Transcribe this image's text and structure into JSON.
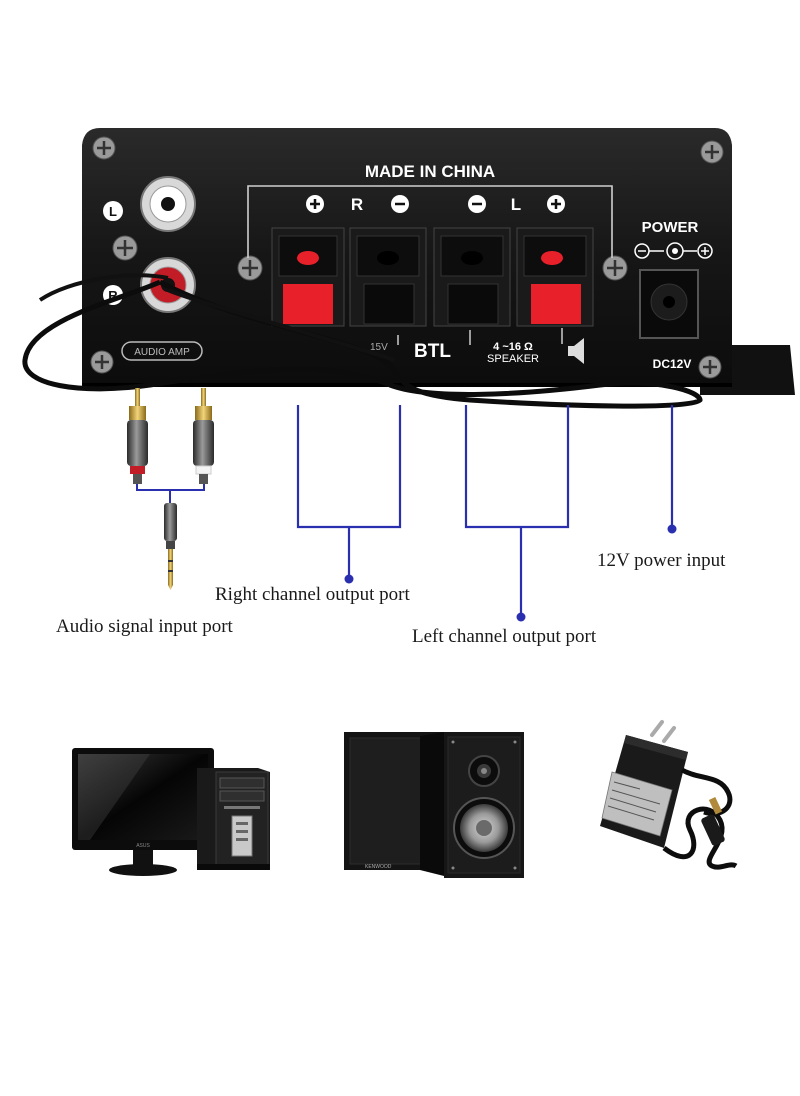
{
  "panel": {
    "made_in": "MADE IN CHINA",
    "l_label": "L",
    "r_label": "R",
    "terminal_right": "R",
    "terminal_left": "L",
    "power_label": "POWER",
    "btl_label": "BTL",
    "impedance": "4 ~16 Ω",
    "speaker_label": "SPEAKER",
    "dc_label": "DC12V",
    "model_fragment": "AUDIO AMP",
    "spec_fragment": "15V"
  },
  "labels": {
    "audio_input": "Audio signal input port",
    "right_output": "Right channel output port",
    "left_output": "Left channel output port",
    "power_input": "12V power input"
  },
  "devices": {
    "monitor_brand": "ASUS",
    "speaker_brand": "KENWOOD"
  },
  "colors": {
    "callout_blue": "#2a2fb0",
    "panel_black": "#141414",
    "terminal_red": "#e8202a"
  }
}
